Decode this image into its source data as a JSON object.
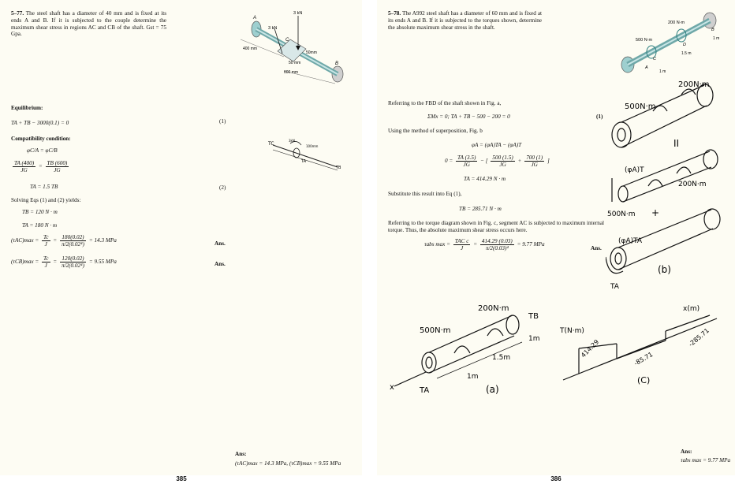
{
  "left_page": {
    "problem_number": "5–77.",
    "problem_text": "The steel shaft has a diameter of 40 mm and is fixed at its ends A and B. If it is subjected to the couple determine the maximum shear stress in regions AC and CB of the shaft. Gst = 75 Gpa.",
    "figure_labels": {
      "A": "A",
      "B": "B",
      "C": "C",
      "force_top": "3 kN",
      "force_side": "3 kN",
      "d400": "400 mm",
      "d50a": "50mm",
      "d50b": "50 mm",
      "d600": "600 mm"
    },
    "equilibrium_heading": "Equilibrium:",
    "eq1": "TA + TB − 3000(0.1) = 0",
    "eq1_tag": "(1)",
    "compat_heading": "Compatibility condition:",
    "compat_line": "φC/A = φC/B",
    "frac_left_num": "TA (400)",
    "frac_left_den": "JG",
    "frac_right_num": "TB (600)",
    "frac_right_den": "JG",
    "eq2": "TA = 1.5 TB",
    "eq2_tag": "(2)",
    "solving_text": "Solving Eqs (1) and (2) yields:",
    "tb_result": "TB = 120 N · m",
    "ta_result": "TA = 180 N · m",
    "tau_ac_lhs": "(τAC)max = ",
    "tau_ac_tc": "Tc",
    "tau_ac_j": "J",
    "tau_ac_num": "180(0.02)",
    "tau_ac_den": "π/2(0.02⁴)",
    "tau_ac_result": "= 14.3 MPa",
    "tau_cb_lhs": "(τCB)max = ",
    "tau_cb_num": "120(0.02)",
    "tau_cb_den": "π/2(0.02⁴)",
    "tau_cb_result": "= 9.55 MPa",
    "ans_label": "Ans.",
    "final_ans_label": "Ans:",
    "final_ans": "(τAC)max = 14.3 MPa, (τCB)max = 9.55 MPa",
    "sketch_labels": {
      "tc": "TC",
      "ta": "TA",
      "tb": "TB",
      "load": "3kN",
      "d": "100mm"
    },
    "page_number": "385"
  },
  "right_page": {
    "problem_number": "5–78.",
    "problem_text": "The A992 steel shaft has a diameter of 60 mm and is fixed at its ends A and B. If it is subjected to the torques shown, determine the absolute maximum shear stress in the shaft.",
    "figure_labels": {
      "t200": "200 N·m",
      "t500": "500 N·m",
      "B": "B",
      "D": "D",
      "C": "C",
      "A": "A",
      "d1m_a": "1 m",
      "d15m": "1.5 m",
      "d1m_b": "1 m"
    },
    "fbd_text": "Referring to the FBD of the shaft shown in Fig. a,",
    "eq1": "ΣMx = 0;    TA + TB − 500 − 200 = 0",
    "eq1_tag": "(1)",
    "superposition_text": "Using the method of superposition, Fig. b",
    "phi_eq": "φA = (φA)TA − (φA)T",
    "zero_eq_lhs": "0 =",
    "frac1_num": "TA (3.5)",
    "frac1_den": "JG",
    "frac2_num": "500 (1.5)",
    "frac2_den": "JG",
    "frac3_num": "700 (1)",
    "frac3_den": "JG",
    "ta_result": "TA = 414.29 N · m",
    "substitute_text": "Substitute this result into Eq (1),",
    "tb_result": "TB = 285.71 N · m",
    "torque_text": "Referring to the torque diagram shown in Fig. c, segment AC is subjected to maximum internal torque. Thus, the absolute maximum shear stress occurs here.",
    "tau_lhs": "τabs max =",
    "tau_frac1_num": "TAC c",
    "tau_frac1_den": "J",
    "tau_frac2_num": "414.29 (0.03)",
    "tau_frac2_den": "π/2(0.03)⁴",
    "tau_result": "= 9.77 MPa",
    "ans_label": "Ans.",
    "final_ans_label": "Ans:",
    "final_ans": "τabs max = 9.77 MPa",
    "fig_b_labels": {
      "t200": "200N·m",
      "t500": "500N·m",
      "eq": "II",
      "plus": "+",
      "phiT": "(φA)T",
      "t200b": "200N·m",
      "t500b": "500N·m",
      "phiTA": "(φA)TA",
      "ta": "TA",
      "caption": "(b)"
    },
    "fig_a_labels": {
      "t200": "200N·m",
      "t500": "500N·m",
      "tb": "TB",
      "d1m": "1m",
      "d15m": "1.5m",
      "d1mb": "1m",
      "x": "x",
      "ta": "TA",
      "caption": "(a)"
    },
    "fig_c_labels": {
      "taxis": "T(N·m)",
      "xaxis": "x(m)",
      "v1": "414.29",
      "v2": "-85.71",
      "v3": "-285.71",
      "caption": "(C)"
    },
    "page_number": "386"
  }
}
